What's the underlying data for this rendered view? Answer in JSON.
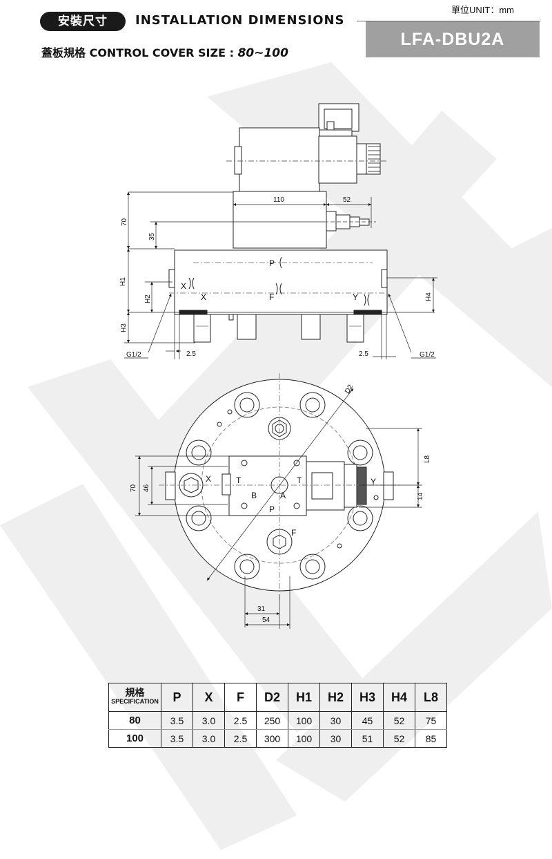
{
  "header": {
    "badge": "安裝尺寸",
    "heading": "INSTALLATION DIMENSIONS",
    "unit": "單位UNIT：mm",
    "model": "LFA-DBU2A",
    "subtitle_prefix": "蓋板規格  CONTROL COVER SIZE : ",
    "subtitle_value": "80~100"
  },
  "front_view": {
    "dims": {
      "d110": "110",
      "d52": "52",
      "d70": "70",
      "d35": "35",
      "H1": "H1",
      "H2": "H2",
      "H3": "H3",
      "H4": "H4",
      "d25_left": "2.5",
      "d25_right": "2.5",
      "g_left": "G1/2",
      "g_right": "G1/2"
    },
    "ports": {
      "P": "P",
      "X1": "X",
      "X2": "X",
      "F": "F",
      "Y": "Y"
    }
  },
  "top_view": {
    "dims": {
      "D2": "D2",
      "L8": "L8",
      "d14": "14",
      "d70": "70",
      "d46": "46",
      "d31": "31",
      "d54": "54"
    },
    "ports": {
      "X": "X",
      "Y": "Y",
      "T1": "T",
      "T2": "T",
      "B": "B",
      "A": "A",
      "P": "P",
      "F": "F"
    }
  },
  "spec_table": {
    "header_cn": "規格",
    "header_en": "SPECIFICATION",
    "columns": [
      "P",
      "X",
      "F",
      "D2",
      "H1",
      "H2",
      "H3",
      "H4",
      "L8"
    ],
    "rows": [
      {
        "size": "80",
        "values": [
          "3.5",
          "3.0",
          "2.5",
          "250",
          "100",
          "30",
          "45",
          "52",
          "75"
        ]
      },
      {
        "size": "100",
        "values": [
          "3.5",
          "3.0",
          "2.5",
          "300",
          "100",
          "30",
          "51",
          "52",
          "85"
        ]
      }
    ]
  }
}
